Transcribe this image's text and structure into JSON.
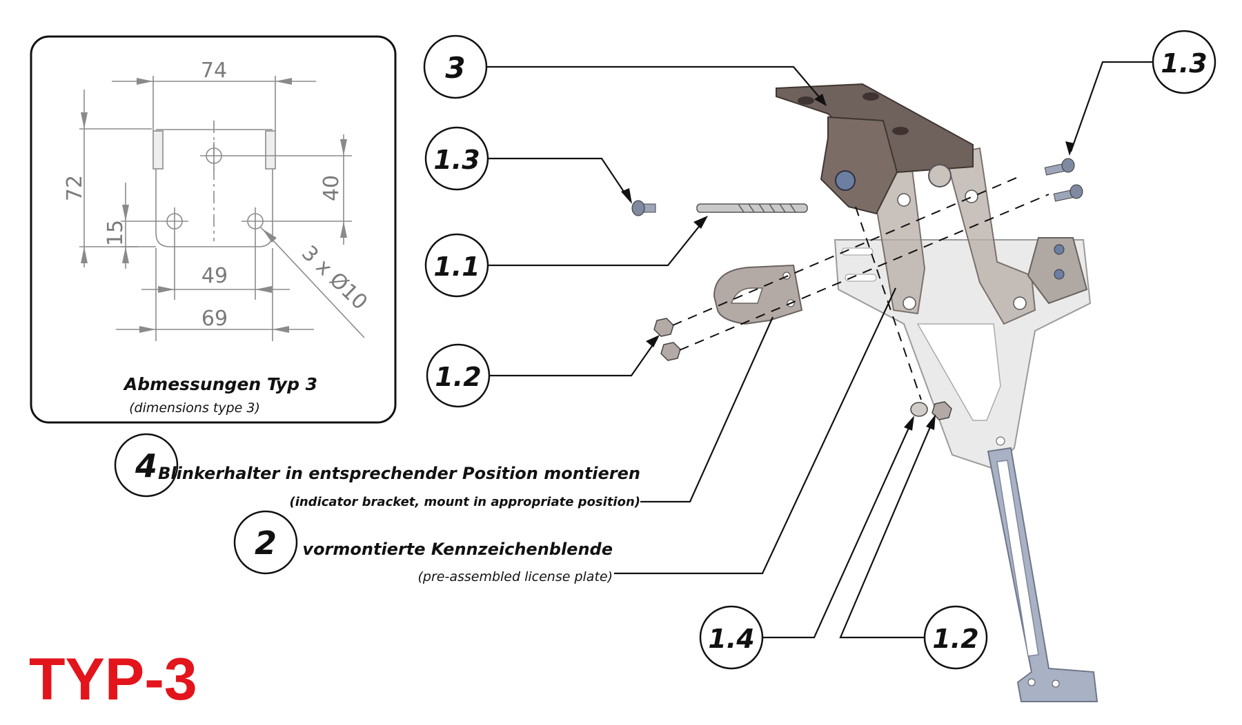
{
  "title": "TYP-3",
  "colors": {
    "title_red": "#e3141b",
    "line": "#111111",
    "dim_gray": "#7a7a7a"
  },
  "dimensions_panel": {
    "title": "Abmessungen Typ 3",
    "subtitle": "(dimensions type 3)",
    "values": {
      "top_width": "74",
      "height": "72",
      "right_height": "40",
      "left_small": "15",
      "hole_spacing": "49",
      "bottom_width": "69",
      "hole_diameter": "3 x Ø10"
    }
  },
  "callouts": {
    "c3": "3",
    "c13_left": "1.3",
    "c11": "1.1",
    "c12_left": "1.2",
    "c13_right": "1.3",
    "c14": "1.4",
    "c12_bottom": "1.2"
  },
  "steps": [
    {
      "number": "4",
      "text": "Blinkerhalter in entsprechender Position montieren",
      "translation": "(indicator bracket, mount in appropriate position)"
    },
    {
      "number": "2",
      "text": "vormontierte Kennzeichenblende",
      "translation": "(pre-assembled license plate)"
    }
  ]
}
